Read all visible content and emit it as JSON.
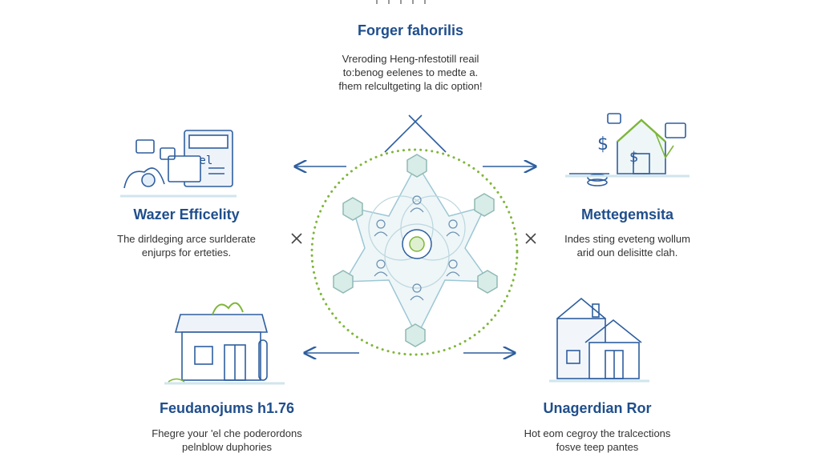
{
  "top": {
    "title": "Forger fahorilis",
    "lines": [
      "Vreroding Heng-nfestotill reail",
      "to:benog eelenes to medte a.",
      "fhem relcultgeting la dic option!"
    ]
  },
  "left": {
    "title": "Wazer Efficelity",
    "lines": [
      "The dirldeging arce surlderate",
      "enjurps for erteties."
    ]
  },
  "right": {
    "title": "Mettegemsita",
    "lines": [
      "Indes sting eveteng wollum",
      "arid oun delisitte clah."
    ]
  },
  "bottom_left": {
    "title": "Feudanojums h1.76",
    "lines": [
      "Fhegre your 'el che poderordons",
      "pelnblow duphories"
    ]
  },
  "bottom_right": {
    "title": "Unagerdian Ror",
    "lines": [
      "Hot eom cegroy the tralcections",
      "fosve teep pantes"
    ]
  },
  "colors": {
    "accent_blue": "#1f4e8c",
    "line_blue": "#2e5e9e",
    "accent_green": "#7fb63a",
    "light_teal": "#cfe6ec"
  },
  "icons": {
    "left": "documents-computer-icon",
    "right": "house-money-icon",
    "bottom_left": "building-plant-icon",
    "bottom_right": "house-icon",
    "center": "network-star-icon"
  }
}
